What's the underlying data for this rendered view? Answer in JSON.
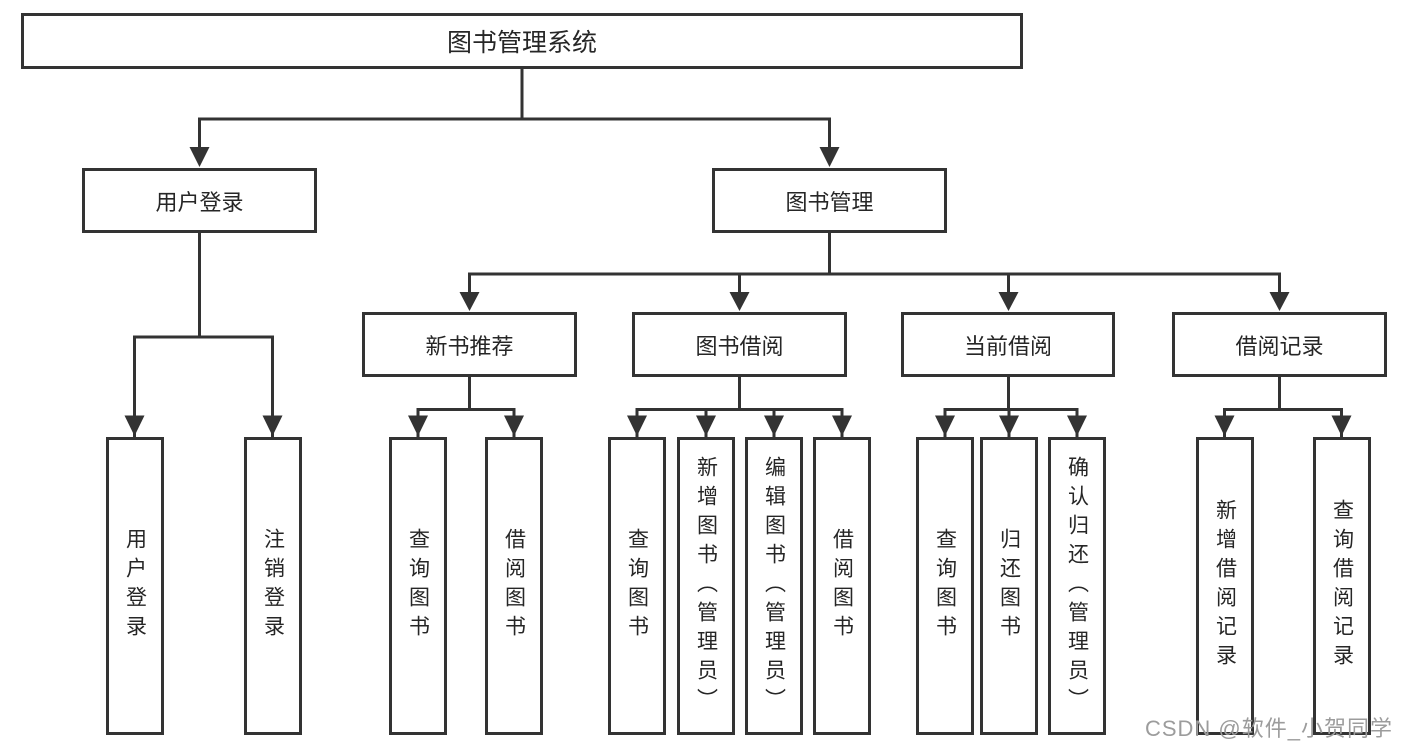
{
  "colors": {
    "line": "#333333",
    "box_border": "#333333",
    "text": "#262626",
    "watermark": "#9c9c9c",
    "background": "#ffffff"
  },
  "diagram": {
    "root": {
      "label": "图书管理系统"
    },
    "level2": [
      {
        "label": "用户登录"
      },
      {
        "label": "图书管理"
      }
    ],
    "level3": [
      {
        "label": "新书推荐",
        "parent": "图书管理"
      },
      {
        "label": "图书借阅",
        "parent": "图书管理"
      },
      {
        "label": "当前借阅",
        "parent": "图书管理"
      },
      {
        "label": "借阅记录",
        "parent": "图书管理"
      }
    ],
    "leaves": [
      {
        "label": "用户登录",
        "parent": "用户登录"
      },
      {
        "label": "注销登录",
        "parent": "用户登录"
      },
      {
        "label": "查询图书",
        "parent": "新书推荐"
      },
      {
        "label": "借阅图书",
        "parent": "新书推荐"
      },
      {
        "label": "查询图书",
        "parent": "图书借阅"
      },
      {
        "label": "新增图书（管理员）",
        "parent": "图书借阅"
      },
      {
        "label": "编辑图书（管理员）",
        "parent": "图书借阅"
      },
      {
        "label": "借阅图书",
        "parent": "图书借阅"
      },
      {
        "label": "查询图书",
        "parent": "当前借阅"
      },
      {
        "label": "归还图书",
        "parent": "当前借阅"
      },
      {
        "label": "确认归还（管理员）",
        "parent": "当前借阅"
      },
      {
        "label": "新增借阅记录",
        "parent": "借阅记录"
      },
      {
        "label": "查询借阅记录",
        "parent": "借阅记录"
      }
    ]
  },
  "watermark": {
    "text": "CSDN @软件_小贺同学"
  }
}
